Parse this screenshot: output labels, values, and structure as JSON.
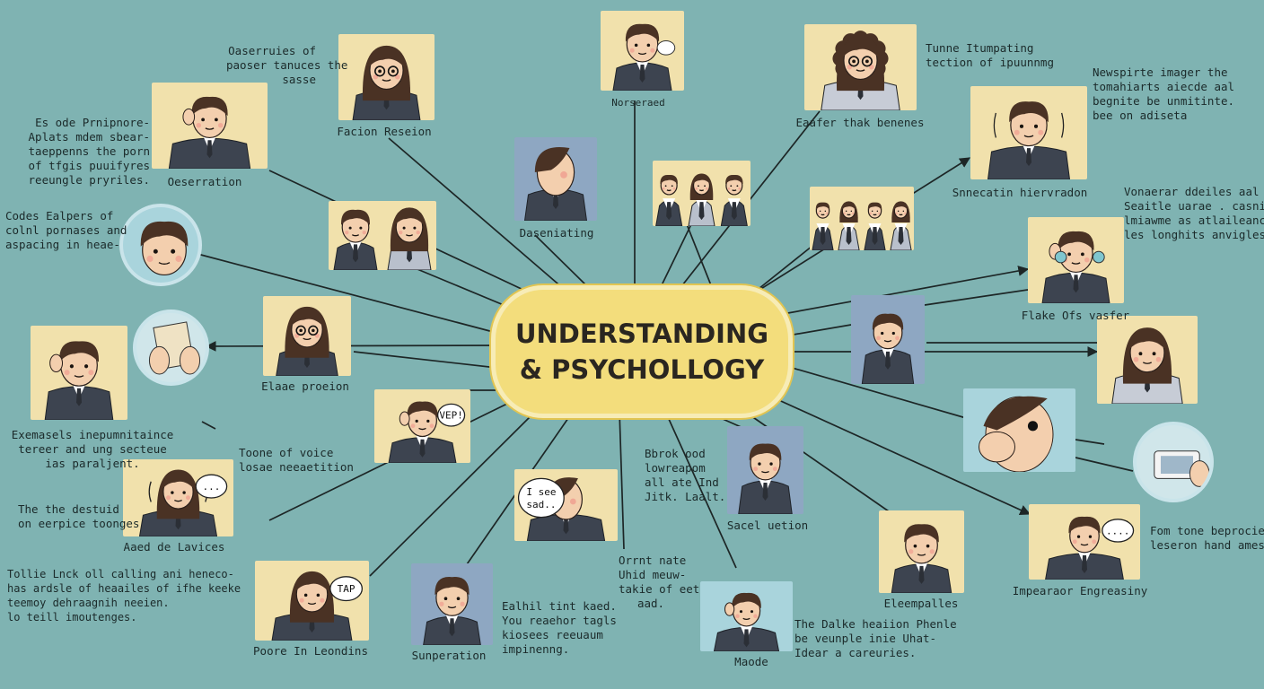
{
  "center_title": "UNDERSTANDING\n& PSYCHOLLOGY",
  "colors": {
    "background": "#7fb3b2",
    "panel_yellow": "#f1e1ac",
    "panel_blue": "#8ea7c2",
    "center_fill": "#f3dd7c",
    "skin": "#f3cfae",
    "hair": "#4a3224",
    "suit": "#3d4450",
    "connector": "#1d2626"
  },
  "captions": [
    {
      "id": "recharged",
      "text": "Norseraed"
    },
    {
      "id": "faction",
      "text": "Facion Reseion"
    },
    {
      "id": "observation",
      "text": "Oeserration"
    },
    {
      "id": "easier",
      "text": "Eaafer thak benenes"
    },
    {
      "id": "sensation",
      "text": "Snnecatin hiervradon"
    },
    {
      "id": "desertating",
      "text": "Daseniating"
    },
    {
      "id": "flake",
      "text": "Flake Ofs vasfer"
    },
    {
      "id": "elaae",
      "text": "Elaae proeion"
    },
    {
      "id": "aaed",
      "text": "Aaed de Lavices"
    },
    {
      "id": "pooro",
      "text": "Poore In Leondins"
    },
    {
      "id": "sunperation",
      "text": "Sunperation"
    },
    {
      "id": "sacel",
      "text": "Sacel uetion"
    },
    {
      "id": "maode",
      "text": "Maode"
    },
    {
      "id": "eleempalles",
      "text": "Eleempalles"
    },
    {
      "id": "impearator",
      "text": "Impearaor Engreasiny"
    }
  ],
  "texts": [
    {
      "id": "t1",
      "text": "Oaserruies of\npaoser tanuces the\nsasse"
    },
    {
      "id": "t2",
      "text": "Es ode Prnipnore-\nAplats mdem sbear-\ntaeppenns the porn\nof tfgis puuifyres\nreeungle pryriles."
    },
    {
      "id": "t3",
      "text": "Codes Ealpers of\ncolnl pornases and\naspacing in heae-"
    },
    {
      "id": "t4",
      "text": "Exemasels inepumnitaince\ntereer and ung secteue\nias paraljent."
    },
    {
      "id": "t5",
      "text": "Toone of voice\nlosae neeaetition"
    },
    {
      "id": "t6",
      "text": "The the destuid\non eerpice toonges"
    },
    {
      "id": "t7",
      "text": "Tollie Lnck oll calling ani heneco-\nhas ardsle of heaailes of ifhe keeke\nteemoy dehraagnih neeien.\nlo teill imoutenges."
    },
    {
      "id": "t8",
      "text": "Tunne Itumpating\ntection of ipuunnmg"
    },
    {
      "id": "t9",
      "text": "Newspirte imager the\ntomahiarts aiecde aal\nbegnite be unmitinte.\nbee on adiseta"
    },
    {
      "id": "t10",
      "text": "Vonaerar ddeiles aal\nSeaitle uarae . casnitot\nlmiawme as atlaileance\nles longhits anvigles"
    },
    {
      "id": "t11",
      "text": "Bbrok ood\nlowreapom\nall ate Ind\nJitk. Laalt."
    },
    {
      "id": "t12",
      "text": "Orrnt nate\nUhid meuw-\ntakie of eet\naad."
    },
    {
      "id": "t13",
      "text": "Ealhil tint kaed.\nYou reaehor tagls\nkiosees reeuaum\nimpinenng."
    },
    {
      "id": "t14",
      "text": "The Dalke heaiion Phenle\nbe veunple inie Uhat-\nIdear a careuries."
    },
    {
      "id": "t15",
      "text": "Fom tone beprocie\nleseron hand ames"
    }
  ],
  "bubbles": [
    {
      "id": "b1",
      "text": "VEP!"
    },
    {
      "id": "b2",
      "text": "I see\nsad.."
    },
    {
      "id": "b3",
      "text": "TAP"
    },
    {
      "id": "b4",
      "text": "...."
    },
    {
      "id": "b5",
      "text": "..."
    }
  ]
}
